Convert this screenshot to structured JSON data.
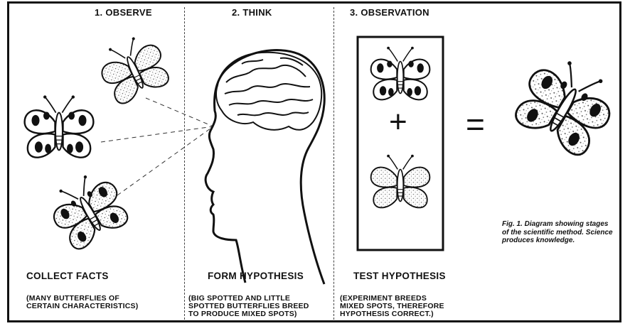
{
  "stages": [
    {
      "heading": "1. OBSERVE",
      "label": "COLLECT FACTS",
      "note": [
        "(MANY BUTTERFLIES OF",
        "CERTAIN CHARACTERISTICS)"
      ]
    },
    {
      "heading": "2. THINK",
      "label": "FORM HYPOTHESIS",
      "note": [
        "(BIG SPOTTED AND LITTLE",
        "SPOTTED BUTTERFLIES BREED",
        "TO PRODUCE MIXED SPOTS)"
      ]
    },
    {
      "heading": "3. OBSERVATION",
      "label": "TEST HYPOTHESIS",
      "note": [
        "(EXPERIMENT BREEDS",
        "MIXED SPOTS, THEREFORE",
        "HYPOTHESIS CORRECT.)"
      ]
    }
  ],
  "operators": {
    "plus": "+",
    "equals": "="
  },
  "caption": "Fig. 1. Diagram showing stages of the scientific method. Science produces knowledge.",
  "colors": {
    "ink": "#111111",
    "paper": "#ffffff",
    "stipple": "#9a9a9a"
  }
}
